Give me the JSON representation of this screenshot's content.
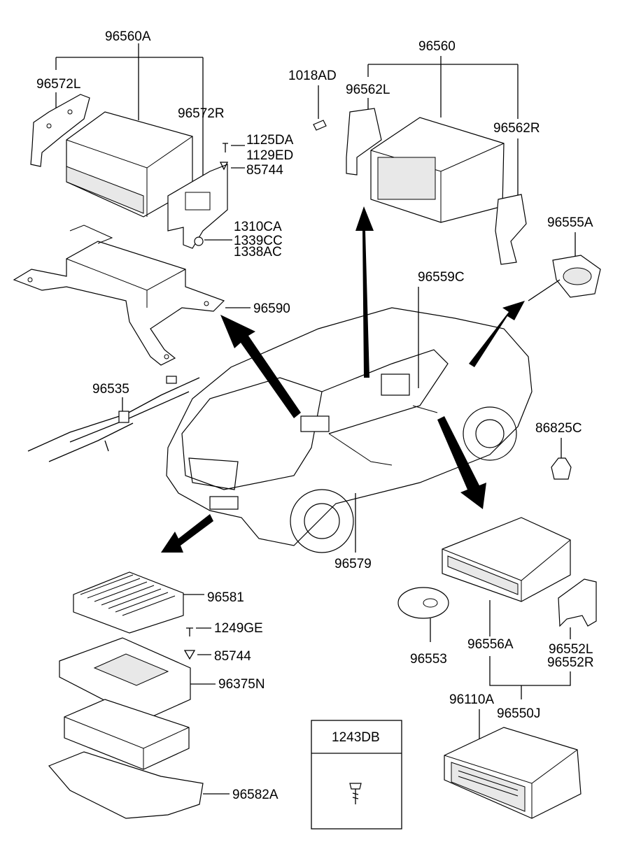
{
  "labels": {
    "l_96560A": "96560A",
    "l_96572L": "96572L",
    "l_96572R": "96572R",
    "l_1125DA": "1125DA",
    "l_1129ED": "1129ED",
    "l_85744a": "85744",
    "l_1310CA": "1310CA",
    "l_1339CC": "1339CC",
    "l_1338AC": "1338AC",
    "l_96590": "96590",
    "l_96535": "96535",
    "l_1018AD": "1018AD",
    "l_96560": "96560",
    "l_96562L": "96562L",
    "l_96562R": "96562R",
    "l_96555A": "96555A",
    "l_96559C": "96559C",
    "l_86825C": "86825C",
    "l_96579": "96579",
    "l_96581": "96581",
    "l_1249GE": "1249GE",
    "l_85744b": "85744",
    "l_96375N": "96375N",
    "l_96582A": "96582A",
    "l_1243DB": "1243DB",
    "l_96553": "96553",
    "l_96556A": "96556A",
    "l_96552L": "96552L",
    "l_96552R": "96552R",
    "l_96110A": "96110A",
    "l_96550J": "96550J"
  }
}
